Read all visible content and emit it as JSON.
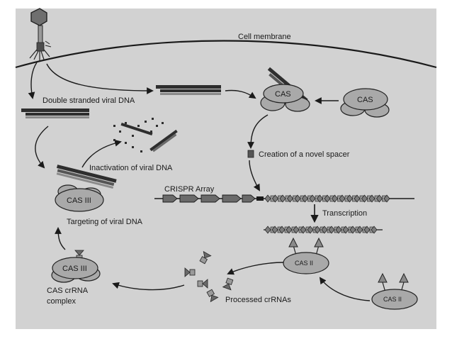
{
  "labels": {
    "cell_membrane": "Cell membrane",
    "double_stranded_viral_dna": "Double stranded viral DNA",
    "inactivation_of_viral_dna": "Inactivation of viral DNA",
    "creation_of_novel_spacer": "Creation of a novel spacer",
    "crispr_array": "CRISPR Array",
    "transcription": "Transcription",
    "targeting_of_viral_dna": "Targeting of viral DNA",
    "processed_crrnas": "Processed crRNAs",
    "cas_crrna_complex_line1": "CAS crRNA",
    "cas_crrna_complex_line2": "complex"
  },
  "proteins": {
    "cas_top": "CAS",
    "cas_right": "CAS",
    "cas_iii_targeting": "CAS III",
    "cas_iii_complex": "CAS III",
    "cas_ii_left": "CAS II",
    "cas_ii_right": "CAS II"
  },
  "colors": {
    "background_panel": "#d2d2d2",
    "protein_fill": "#a9a9a9",
    "dna_dark": "#2e2e2e",
    "array_element": "#7d7d7d",
    "line": "#1a1a1a"
  }
}
